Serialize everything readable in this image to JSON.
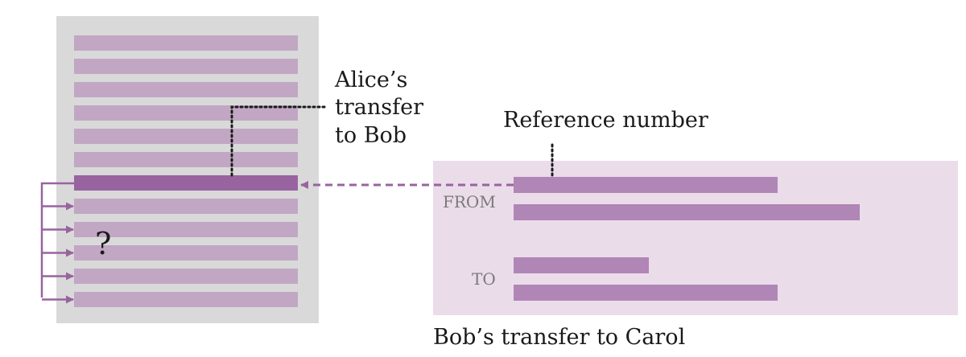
{
  "labels": {
    "alice_line1": "Alice’s",
    "alice_line2": "transfer",
    "alice_line3": "to Bob",
    "reference": "Reference number",
    "from": "FROM",
    "to": "TO",
    "question": "?",
    "caption": "Bob’s transfer to Carol"
  },
  "ledger": {
    "row_count": 12,
    "highlighted_row": 6
  },
  "transfer_fields": {
    "from_bar_lengths": [
      0.76,
      1.0
    ],
    "to_bar_lengths": [
      0.39,
      0.76
    ]
  },
  "colors": {
    "ledger_background": "#d9d9d9",
    "ledger_row": "#c1a7c3",
    "highlight_row": "#98649f",
    "transfer_background": "#ebdcea",
    "transfer_bar": "#b086b6",
    "arrow": "#98649f",
    "dotted_line": "#1a1a1a"
  },
  "icons": {
    "row_arrows": "arrow-right-icon",
    "dashed_arrow": "arrow-left-icon"
  }
}
